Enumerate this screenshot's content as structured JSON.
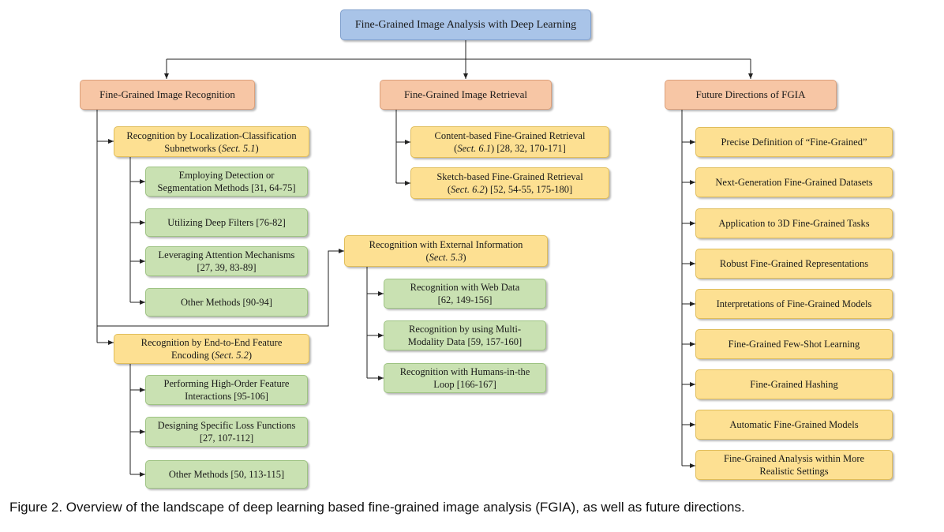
{
  "root": "Fine-Grained Image Analysis with Deep Learning",
  "recognition": {
    "title": "Fine-Grained Image Recognition",
    "loc_cls": {
      "line1": "Recognition by Localization-Classification",
      "line2a": "Subnetworks (",
      "sect": "Sect. 5.1",
      "line2b": ")"
    },
    "loc_leaves": [
      {
        "line1": "Employing Detection or",
        "line2": "Segmentation Methods [31, 64-75]"
      },
      {
        "line1": "Utilizing Deep Filters [76-82]",
        "line2": ""
      },
      {
        "line1": "Leveraging Attention Mechanisms",
        "line2": "[27, 39, 83-89]"
      },
      {
        "line1": "Other Methods [90-94]",
        "line2": ""
      }
    ],
    "end2end": {
      "line1": "Recognition by End-to-End Feature",
      "line2a": "Encoding (",
      "sect": "Sect. 5.2",
      "line2b": ")"
    },
    "e2e_leaves": [
      {
        "line1": "Performing High-Order Feature",
        "line2": "Interactions [95-106]"
      },
      {
        "line1": "Designing Specific Loss Functions",
        "line2": "[27, 107-112]"
      },
      {
        "line1": "Other Methods [50, 113-115]",
        "line2": ""
      }
    ],
    "external": {
      "line1": "Recognition with External Information",
      "line2a": "(",
      "sect": "Sect. 5.3",
      "line2b": ")"
    },
    "ext_leaves": [
      {
        "line1": "Recognition with Web Data",
        "line2": "[62, 149-156]"
      },
      {
        "line1": "Recognition by using Multi-",
        "line2": "Modality Data [59, 157-160]"
      },
      {
        "line1": "Recognition with Humans-in-the",
        "line2": "Loop [166-167]"
      }
    ]
  },
  "retrieval": {
    "title": "Fine-Grained Image Retrieval",
    "items": [
      {
        "line1": "Content-based Fine-Grained Retrieval",
        "line2a": "(",
        "sect": "Sect. 6.1",
        "line2b": ") [28, 32, 170-171]"
      },
      {
        "line1": "Sketch-based Fine-Grained Retrieval",
        "line2a": "(",
        "sect": "Sect. 6.2",
        "line2b": ") [52, 54-55, 175-180]"
      }
    ]
  },
  "future": {
    "title": "Future Directions of FGIA",
    "items": [
      {
        "line1": "Precise Definition of “Fine-Grained”",
        "line2": ""
      },
      {
        "line1": "Next-Generation Fine-Grained Datasets",
        "line2": ""
      },
      {
        "line1": "Application to 3D Fine-Grained Tasks",
        "line2": ""
      },
      {
        "line1": "Robust Fine-Grained Representations",
        "line2": ""
      },
      {
        "line1": "Interpretations of Fine-Grained Models",
        "line2": ""
      },
      {
        "line1": "Fine-Grained Few-Shot Learning",
        "line2": ""
      },
      {
        "line1": "Fine-Grained Hashing",
        "line2": ""
      },
      {
        "line1": "Automatic Fine-Grained Models",
        "line2": ""
      },
      {
        "line1": "Fine-Grained Analysis within More",
        "line2": "Realistic Settings"
      }
    ]
  },
  "caption": "Figure 2. Overview of the landscape of deep learning based fine-grained image analysis (FGIA), as well as future directions.",
  "colors": {
    "root": "#a9c4e8",
    "category": "#f7c6a5",
    "subcategory": "#fde092",
    "leaf": "#c9e1b2"
  }
}
